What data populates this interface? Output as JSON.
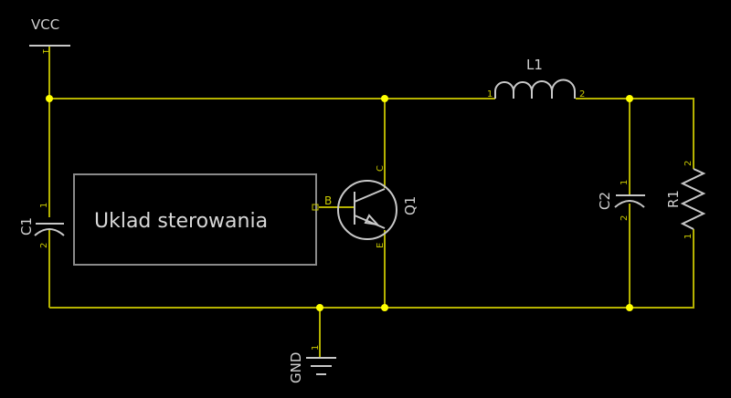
{
  "power": {
    "vcc_label": "VCC",
    "vcc_pin": "1",
    "gnd_label": "GND",
    "gnd_pin": "1"
  },
  "block": {
    "label": "Uklad sterowania"
  },
  "transistor": {
    "ref": "Q1",
    "base_pin": "B",
    "collector_pin": "C",
    "emitter_pin": "E"
  },
  "inductor": {
    "ref": "L1",
    "pin1": "1",
    "pin2": "2"
  },
  "capacitor1": {
    "ref": "C1",
    "pin1": "1",
    "pin2": "2"
  },
  "capacitor2": {
    "ref": "C2",
    "pin1": "1",
    "pin2": "2"
  },
  "resistor": {
    "ref": "R1",
    "pin1": "1",
    "pin2": "2"
  },
  "colors": {
    "wire": "#b5b200",
    "junction": "#ffff00",
    "symbol": "#c8c8c8",
    "background": "#000000"
  }
}
